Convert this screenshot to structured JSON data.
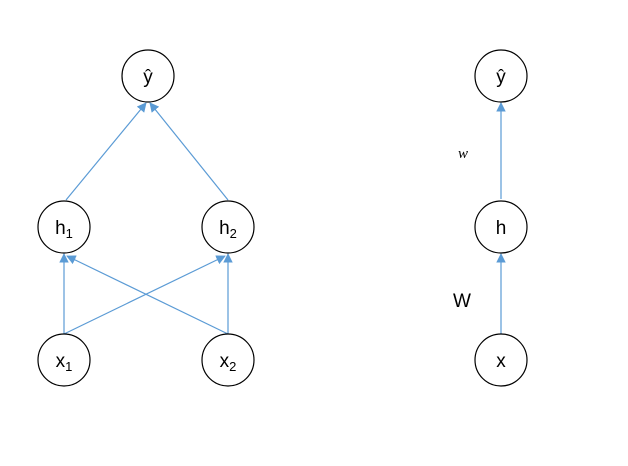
{
  "colors": {
    "edge": "#5b9bd5",
    "node_stroke": "#000000",
    "background": "#ffffff"
  },
  "left_network": {
    "output": {
      "main": "ŷ",
      "sub": ""
    },
    "hidden": [
      {
        "main": "h",
        "sub": "1"
      },
      {
        "main": "h",
        "sub": "2"
      }
    ],
    "inputs": [
      {
        "main": "x",
        "sub": "1"
      },
      {
        "main": "x",
        "sub": "2"
      }
    ]
  },
  "right_network": {
    "output": {
      "main": "ŷ",
      "sub": ""
    },
    "hidden": {
      "main": "h",
      "sub": ""
    },
    "input": {
      "main": "x",
      "sub": ""
    },
    "weight_top": "w",
    "weight_bottom": "W"
  }
}
